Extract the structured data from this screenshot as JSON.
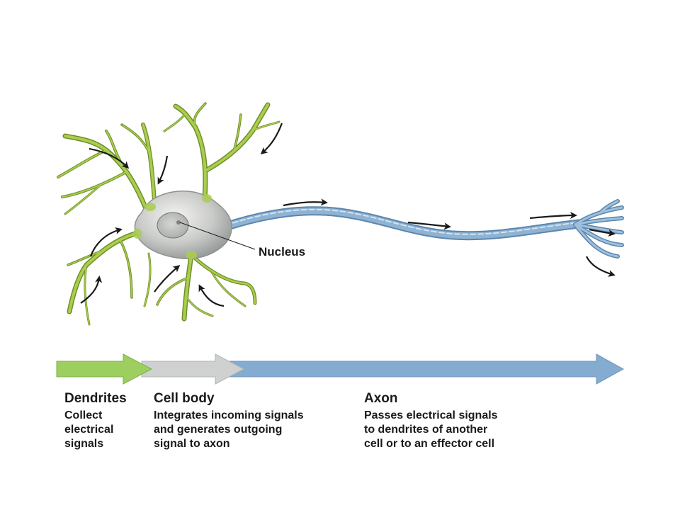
{
  "colors": {
    "dendrite": "#94b83c",
    "dendrite_highlight": "#c4dd72",
    "cell_body": "#c9cbc9",
    "axon": "#8fb3d2",
    "axon_dark": "#5c86ad",
    "bar_green": "#9ccf5f",
    "bar_gray": "#cfd1d1",
    "bar_blue": "#84acd0",
    "arrow": "#1a1a1a"
  },
  "labels": {
    "nucleus": "Nucleus"
  },
  "sections": [
    {
      "title": "Dendrites",
      "lines": [
        "Collect",
        "electrical",
        "signals"
      ]
    },
    {
      "title": "Cell body",
      "lines": [
        "Integrates incoming signals",
        "and generates outgoing",
        "signal to axon"
      ]
    },
    {
      "title": "Axon",
      "lines": [
        "Passes electrical signals",
        "to dendrites of another",
        "cell or to an effector cell"
      ]
    }
  ]
}
